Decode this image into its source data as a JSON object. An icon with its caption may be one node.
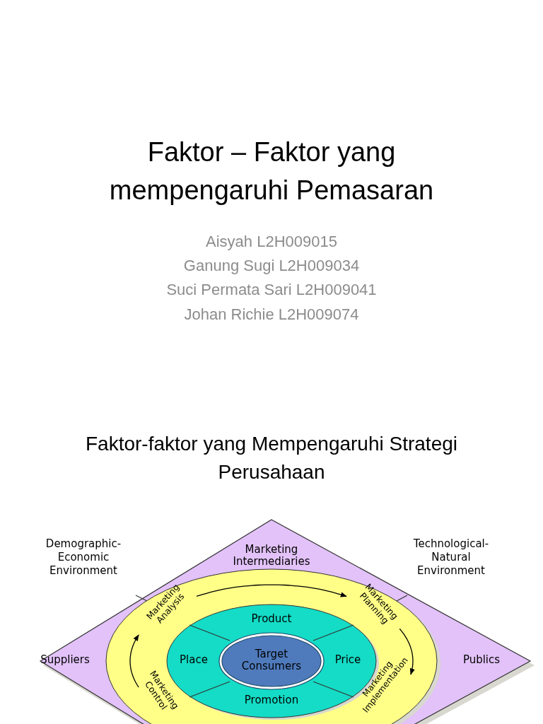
{
  "diagram": {
    "title": "Faktor – Faktor yang mempengaruhi Pemasaran",
    "nodes": [
      {
        "text": [
          "Marketing Intermediaries"
        ]
      },
      {
        "text": [
          "Suppliers"
        ]
      },
      {
        "text": [
          "Publics"
        ]
      },
      {
        "text": [
          "Marketing Analysis"
        ]
      },
      {
        "text": [
          "Marketing Planning"
        ]
      },
      {
        "text": [
          "Marketing Implementation"
        ]
      },
      {
        "text": [
          "Marketing Control"
        ]
      },
      {
        "text": [
          "Product"
        ]
      },
      {
        "text": [
          "Place"
        ]
      },
      {
        "text": [
          "Price"
        ]
      },
      {
        "text": [
          "Promotion"
        ]
      },
      {
        "text": [
          "Target Consumers"
        ]
      }
    ],
    "edges": [
      {
        "from": 3,
        "to": 4,
        "arrow": "to"
      },
      {
        "from": 4,
        "to": 5,
        "arrow": "to"
      },
      {
        "from": 6,
        "to": 3,
        "arrow": "to"
      }
    ],
    "labels": [
      "Aisyah L2H009015",
      "Ganung Sugi L2H009034",
      "Suci Permata Sari L2H009041",
      "Johan Richie L2H009074",
      "Faktor-faktor yang Mempengaruhi Strategi Perusahaan",
      "Demographic- Economic Environment",
      "Technological- Natural Environment"
    ]
  }
}
